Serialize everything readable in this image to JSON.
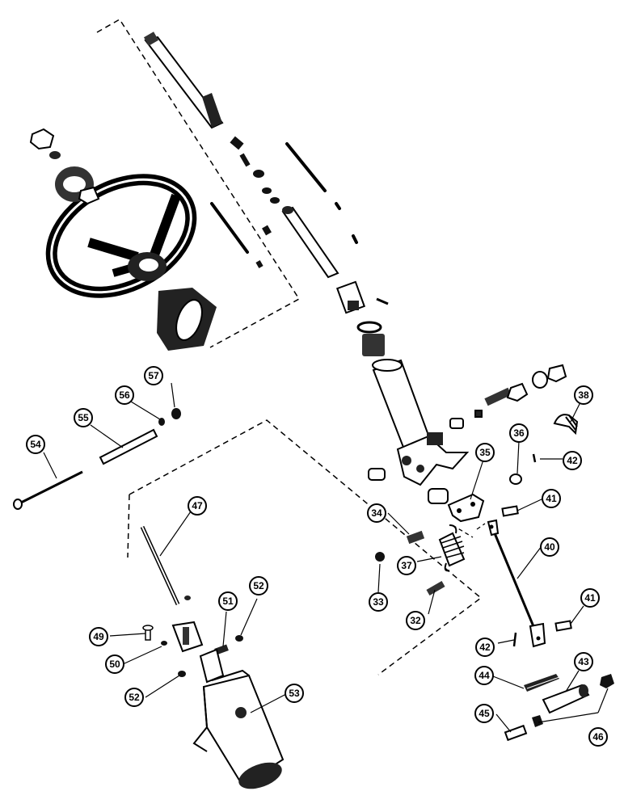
{
  "callouts": [
    {
      "id": "c57",
      "label": "57"
    },
    {
      "id": "c56",
      "label": "56"
    },
    {
      "id": "c55",
      "label": "55"
    },
    {
      "id": "c54",
      "label": "54"
    },
    {
      "id": "c47",
      "label": "47"
    },
    {
      "id": "c38",
      "label": "38"
    },
    {
      "id": "c36",
      "label": "36"
    },
    {
      "id": "c35",
      "label": "35"
    },
    {
      "id": "c42a",
      "label": "42"
    },
    {
      "id": "c41a",
      "label": "41"
    },
    {
      "id": "c34",
      "label": "34"
    },
    {
      "id": "c40",
      "label": "40"
    },
    {
      "id": "c37",
      "label": "37"
    },
    {
      "id": "c33",
      "label": "33"
    },
    {
      "id": "c32",
      "label": "32"
    },
    {
      "id": "c41b",
      "label": "41"
    },
    {
      "id": "c42b",
      "label": "42"
    },
    {
      "id": "c43",
      "label": "43"
    },
    {
      "id": "c44",
      "label": "44"
    },
    {
      "id": "c45",
      "label": "45"
    },
    {
      "id": "c46",
      "label": "46"
    },
    {
      "id": "c49",
      "label": "49"
    },
    {
      "id": "c51",
      "label": "51"
    },
    {
      "id": "c52a",
      "label": "52"
    },
    {
      "id": "c50",
      "label": "50"
    },
    {
      "id": "c52b",
      "label": "52"
    },
    {
      "id": "c53",
      "label": "53"
    }
  ]
}
